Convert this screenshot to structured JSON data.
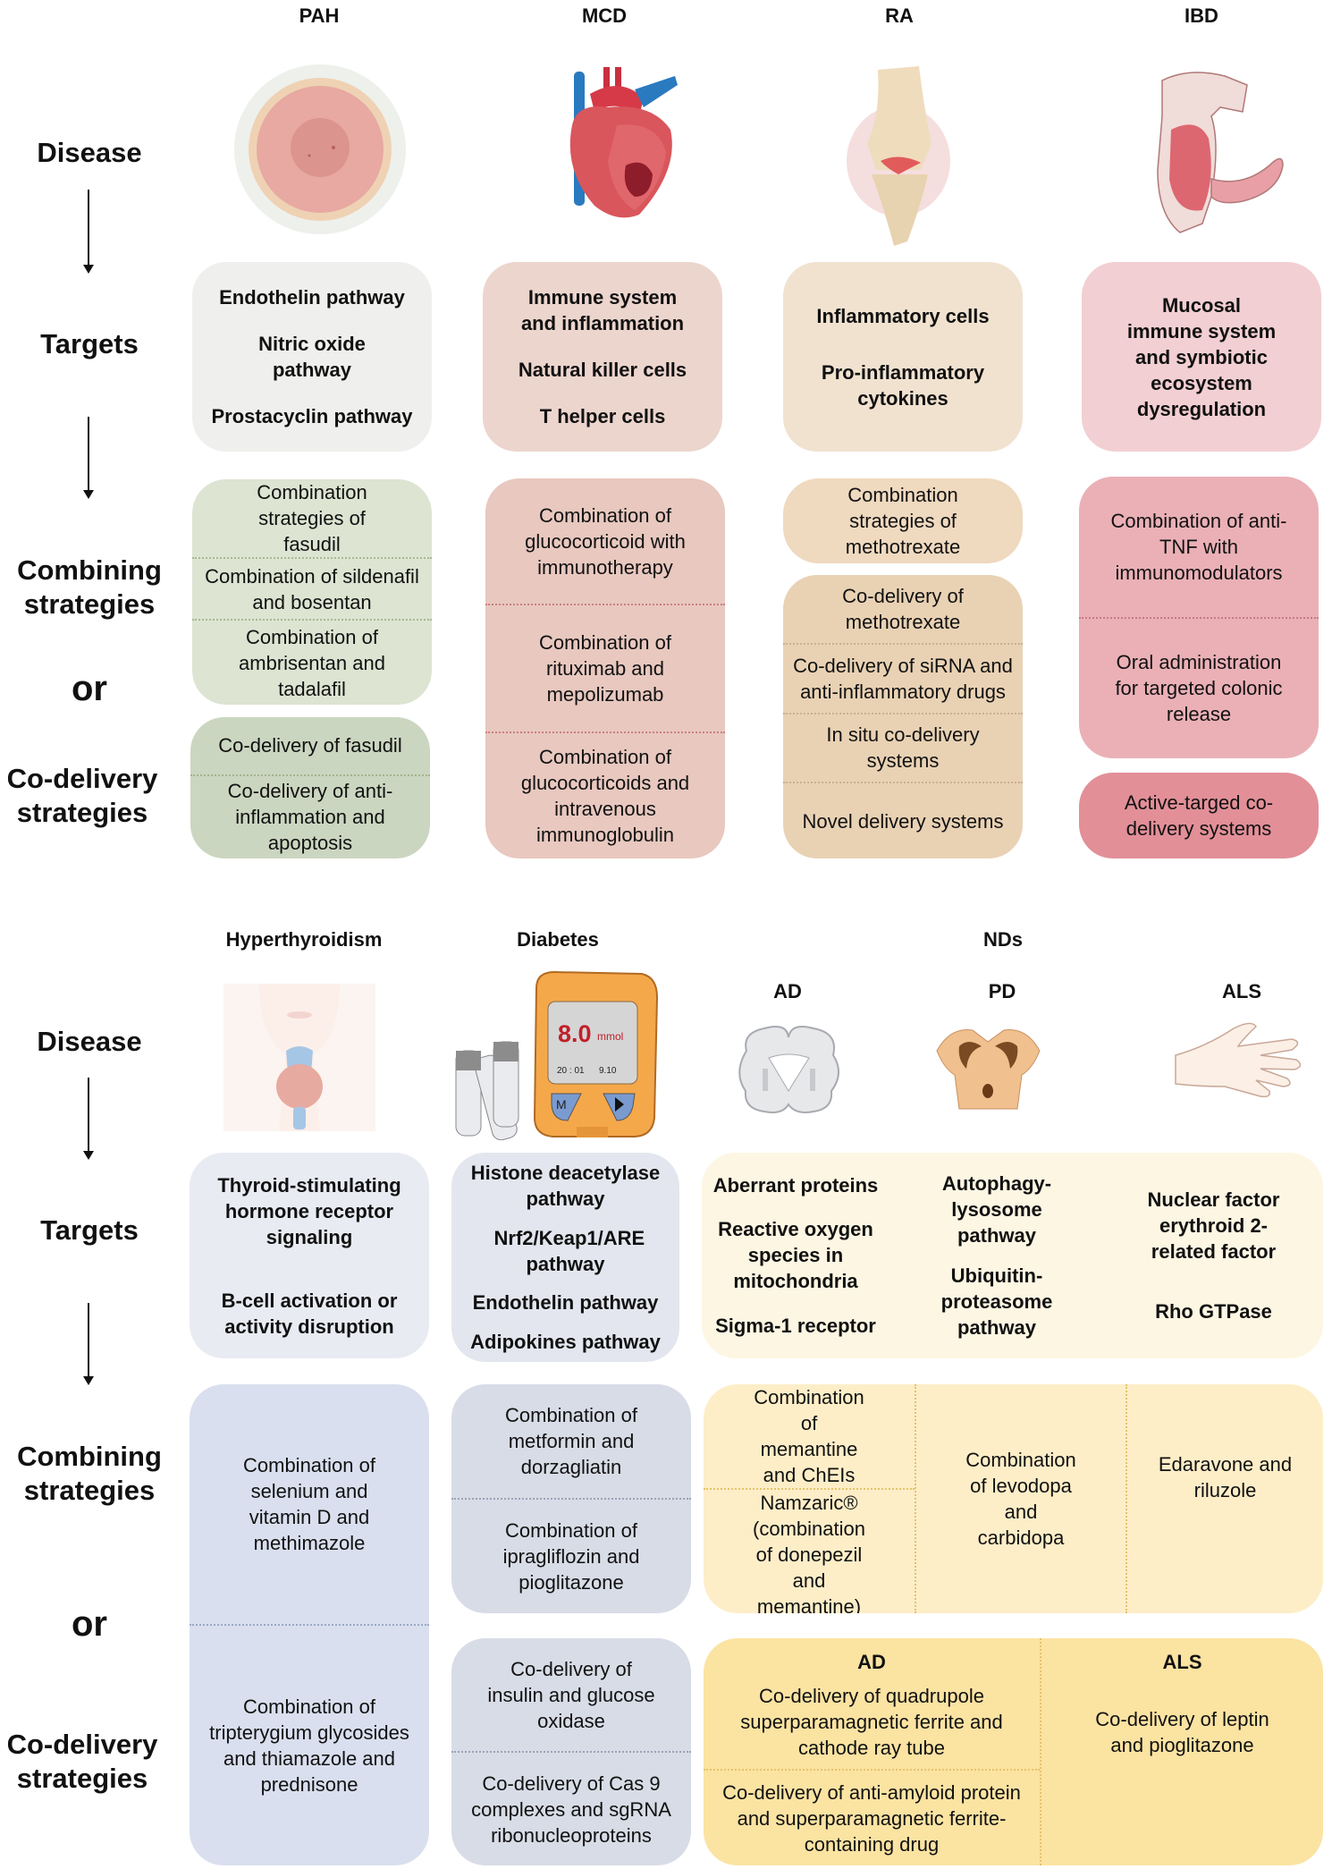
{
  "row_labels": {
    "disease": "Disease",
    "targets": "Targets",
    "combining": "Combining strategies",
    "or": "or",
    "codelivery": "Co-delivery strategies"
  },
  "top": {
    "diseases": [
      {
        "name": "PAH",
        "illustration": "vessel-cross-section-icon",
        "targets": [
          "Endothelin pathway",
          "Nitric oxide pathway",
          "Prostacyclin pathway"
        ],
        "combining": [
          "Combination strategies of fasudil",
          "Combination of sildenafil and bosentan",
          "Combination of ambrisentan and tadalafil"
        ],
        "codelivery": [
          "Co-delivery of fasudil",
          "Co-delivery of anti-inflammation and apoptosis"
        ],
        "colors": {
          "target": "#efefed",
          "combining": "#dde4d2",
          "codelivery": "#cbd6c0"
        }
      },
      {
        "name": "MCD",
        "illustration": "heart-icon",
        "targets": [
          "Immune system and inflammation",
          "Natural killer cells",
          "T helper cells"
        ],
        "combining_or_codelivery": [
          "Combination of glucocorticoid with immunotherapy",
          "Combination of rituximab and mepolizumab",
          "Combination of glucocorticoids and intravenous immunoglobulin"
        ],
        "colors": {
          "target": "#ecd5cd",
          "strategies": "#e8c8bf"
        }
      },
      {
        "name": "RA",
        "illustration": "joint-icon",
        "targets": [
          "Inflammatory cells",
          "Pro-inflammatory cytokines"
        ],
        "combining": [
          "Combination strategies of methotrexate"
        ],
        "codelivery": [
          "Co-delivery of methotrexate",
          "Co-delivery of siRNA and anti-inflammatory drugs",
          "In situ co-delivery systems",
          "Novel delivery systems"
        ],
        "colors": {
          "target": "#f1e2d0",
          "combining": "#efd9bf",
          "codelivery": "#e9d2b4"
        }
      },
      {
        "name": "IBD",
        "illustration": "colon-icon",
        "targets": [
          "Mucosal immune system and symbiotic ecosystem dysregulation"
        ],
        "combining": [
          "Combination of anti-TNF with immunomodulators",
          "Oral administration for targeted colonic release"
        ],
        "codelivery": [
          "Active-targed co-delivery systems"
        ],
        "colors": {
          "target": "#f2cfd2",
          "combining": "#eab0b6",
          "codelivery": "#e28f98"
        }
      }
    ]
  },
  "bottom": {
    "group_label": "NDs",
    "diseases": [
      {
        "name": "Hyperthyroidism",
        "illustration": "thyroid-icon",
        "targets": [
          "Thyroid-stimulating hormone receptor signaling",
          "B-cell activation or activity disruption"
        ],
        "combining_or_codelivery": [
          "Combination of selenium and vitamin D and methimazole",
          "Combination of tripterygium glycosides and thiamazole and prednisone"
        ],
        "colors": {
          "target": "#e9ebf3",
          "strategies": "#d9dfee"
        }
      },
      {
        "name": "Diabetes",
        "illustration": "glucose-meter-icon",
        "meter": {
          "reading": "8.0",
          "unit": "mmol",
          "time": "20 : 01",
          "date": "9.10",
          "button_m": "M"
        },
        "targets": [
          "Histone deacetylase pathway",
          "Nrf2/Keap1/ARE pathway",
          "Endothelin pathway",
          "Adipokines pathway"
        ],
        "combining": [
          "Combination of metformin and dorzagliatin",
          "Combination of ipragliflozin and pioglitazone"
        ],
        "codelivery": [
          "Co-delivery of insulin and glucose oxidase",
          "Co-delivery of Cas 9 complexes and sgRNA ribonucleoproteins"
        ],
        "colors": {
          "target": "#e3e6ee",
          "strategies": "#d8dce6"
        }
      }
    ],
    "nds": [
      {
        "name": "AD",
        "illustration": "brain-section-icon",
        "targets": [
          "Aberrant proteins",
          "Reactive oxygen species in mitochondria",
          "Sigma-1 receptor"
        ],
        "combining": [
          "Combination of memantine and ChEIs",
          "Namzaric® (combination of donepezil and memantine)"
        ]
      },
      {
        "name": "PD",
        "illustration": "midbrain-icon",
        "targets": [
          "Autophagy-lysosome pathway",
          "Ubiquitin-proteasome pathway"
        ],
        "combining": [
          "Combination of levodopa and carbidopa"
        ]
      },
      {
        "name": "ALS",
        "illustration": "hand-icon",
        "targets": [
          "Nuclear factor erythroid 2-related factor",
          "Rho GTPase"
        ],
        "combining": [
          "Edaravone and riluzole"
        ]
      }
    ],
    "nds_codelivery": [
      {
        "name": "AD",
        "items": [
          "Co-delivery of quadrupole superparamagnetic ferrite and cathode ray tube",
          "Co-delivery of anti-amyloid protein and superparamagnetic ferrite-containing drug"
        ]
      },
      {
        "name": "ALS",
        "items": [
          "Co-delivery of leptin and pioglitazone"
        ]
      }
    ],
    "nds_colors": {
      "target": "#fdf6e3",
      "combining": "#fdeec8",
      "codelivery": "#fbe3a2"
    }
  }
}
